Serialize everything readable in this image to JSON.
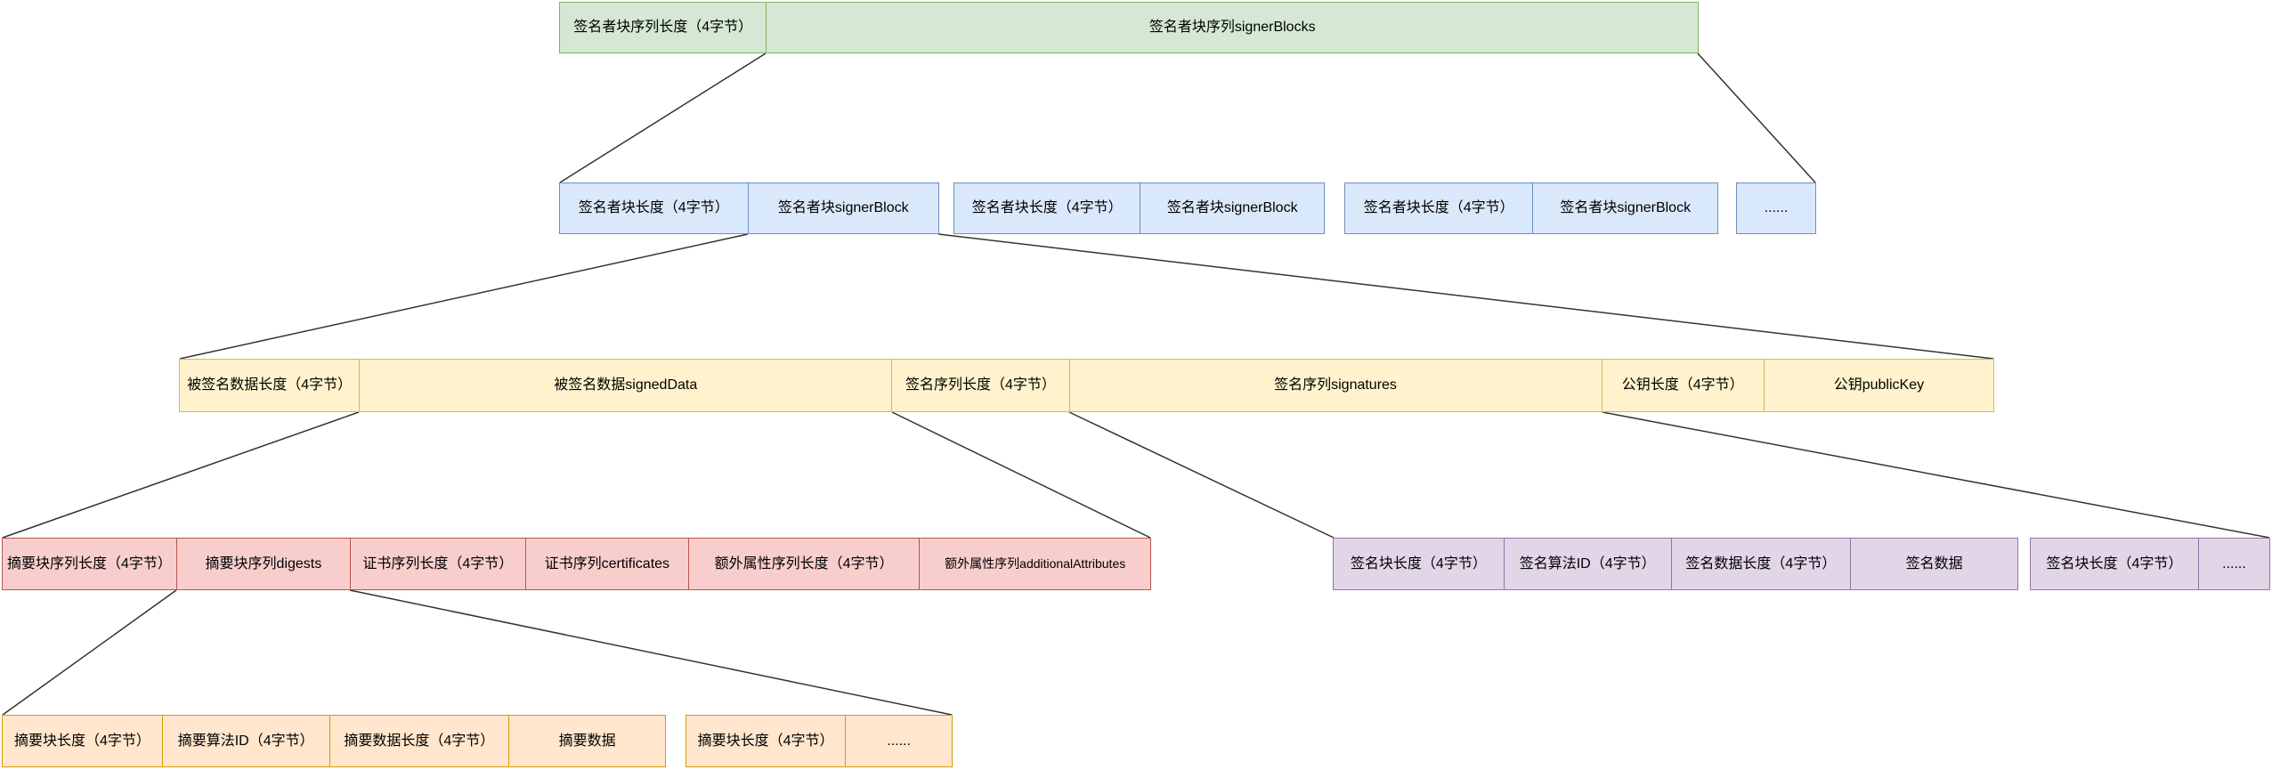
{
  "diagram": {
    "description": "APK签名块结构图 (signature block structure diagram)",
    "colors": {
      "green_fill": "#d5e8d4",
      "green_stroke": "#82b366",
      "blue_fill": "#dae8fc",
      "blue_stroke": "#6c8ebf",
      "yellow_fill": "#fff2cc",
      "yellow_stroke": "#d6b656",
      "red_fill": "#f8cecc",
      "red_stroke": "#b85450",
      "purple_fill": "#e1d5e7",
      "purple_stroke": "#9673a6",
      "orange_fill": "#ffe6cc",
      "orange_stroke": "#d79b00",
      "connector": "#333333"
    },
    "level1": {
      "cells": [
        {
          "label": "签名者块序列长度（4字节）"
        },
        {
          "label": "签名者块序列signerBlocks"
        }
      ]
    },
    "level2": {
      "cells": [
        {
          "label": "签名者块长度（4字节）"
        },
        {
          "label": "签名者块signerBlock"
        },
        {
          "label": "签名者块长度（4字节）"
        },
        {
          "label": "签名者块signerBlock"
        },
        {
          "label": "签名者块长度（4字节）"
        },
        {
          "label": "签名者块signerBlock"
        },
        {
          "label": "......"
        }
      ]
    },
    "level3": {
      "cells": [
        {
          "label": "被签名数据长度（4字节）"
        },
        {
          "label": "被签名数据signedData"
        },
        {
          "label": "签名序列长度（4字节）"
        },
        {
          "label": "签名序列signatures"
        },
        {
          "label": "公钥长度（4字节）"
        },
        {
          "label": "公钥publicKey"
        }
      ]
    },
    "level4_signed_data": {
      "cells": [
        {
          "label": "摘要块序列长度（4字节）"
        },
        {
          "label": "摘要块序列digests"
        },
        {
          "label": "证书序列长度（4字节）"
        },
        {
          "label": "证书序列certificates"
        },
        {
          "label": "额外属性序列长度（4字节）"
        },
        {
          "label": "额外属性序列additionalAttributes"
        }
      ]
    },
    "level4_signatures": {
      "cells": [
        {
          "label": "签名块长度（4字节）"
        },
        {
          "label": "签名算法ID（4字节）"
        },
        {
          "label": "签名数据长度（4字节）"
        },
        {
          "label": "签名数据"
        },
        {
          "label": "签名块长度（4字节）"
        },
        {
          "label": "......"
        }
      ]
    },
    "level5_digests": {
      "cells": [
        {
          "label": "摘要块长度（4字节）"
        },
        {
          "label": "摘要算法ID（4字节）"
        },
        {
          "label": "摘要数据长度（4字节）"
        },
        {
          "label": "摘要数据"
        },
        {
          "label": "摘要块长度（4字节）"
        },
        {
          "label": "......"
        }
      ]
    }
  }
}
